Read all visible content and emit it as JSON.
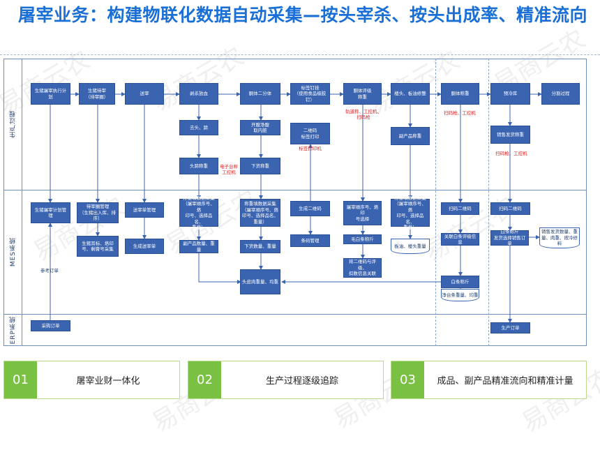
{
  "title": "屠宰业务：构建物联化数据自动采集—按头宰杀、按头出成率、精准流向",
  "lanes": {
    "production": "生产过程",
    "mes": "MES系统",
    "erp": "ERP系统"
  },
  "production": {
    "n1": "生猪屠宰执行计划",
    "n2": "生猪待宰\n（待宰圈）",
    "n3": "送宰",
    "n4": "剥杀放血",
    "n5": "去头、蹄",
    "n6": "头蹄称重",
    "n7": "胴体二分体",
    "n8": "开膛净膛\n取内脏",
    "n9": "下货称重",
    "n10": "标签钉挂\n（使用食品级胶钉）",
    "n11": "二维码\n标签打印",
    "n12": "胴体评级\n称重",
    "n13": "楼头、板油修整",
    "n14": "副产品称重",
    "n15": "胴体称重",
    "n16": "预冷库",
    "n17": "分割过程",
    "n18": "销售发货称重"
  },
  "production_notes": {
    "scale": "电子台秤\n工控机",
    "printer": "标签打印机",
    "rail": "轨道称、工控机、\n扫码枪",
    "scan1": "扫码枪、工控机",
    "scan2": "扫码枪、工控机"
  },
  "mes": {
    "m1": "生猪屠宰计划管理",
    "m2": "待宰圈管理\n（生猪出入库、排序）",
    "m3": "送宰单管理",
    "m4": "称重填数据采集\n（屠宰顺序号、烙\n印号、选择品名、\n重量）",
    "m5": "称重填数据采集\n（屠宰顺序号、烙\n印号、选择品名、\n重量）",
    "m6": "生成二维码",
    "m7": "屠宰顺序号、烙印\n号选择",
    "m8": "称重填数据采集\n（屠宰顺序号、烙\n印号、选择品名、\n重量）",
    "m9": "扫码二维码",
    "m10": "扫码二维码",
    "m11": "生猪耳标、烙印\n号、剩膏号采集",
    "m12": "生成送宰单",
    "m13": "副产品数量、重量",
    "m14": "下货数量、重量",
    "m15": "条码管理",
    "m16": "毛白条称斤",
    "m17": "板油、楼头重量",
    "m18": "关联白条评级信息",
    "m19": "白条称斤\n发货选择销售订单",
    "m20": "销售发货数量、重\n量、肉重、按冷修\n料",
    "m21": "将二维码与评级、\n扣数信息关联",
    "m22": "头皮肉重量、均重",
    "m23": "白条称斤",
    "m24": "净台条重量、均重"
  },
  "mes_notes": {
    "order_ref": "参考订单"
  },
  "erp": {
    "e1": "采购订单",
    "e2": "生产订单"
  },
  "footer": [
    {
      "num": "01",
      "text": "屠宰业财一体化"
    },
    {
      "num": "02",
      "text": "生产过程逐级追踪"
    },
    {
      "num": "03",
      "text": "成品、副产品精准流向和精准计量"
    }
  ],
  "watermark": "易商云农",
  "colors": {
    "node": "#3a63b0",
    "title": "#1a6fd6",
    "accent": "#7ac143",
    "note": "#e02020"
  }
}
